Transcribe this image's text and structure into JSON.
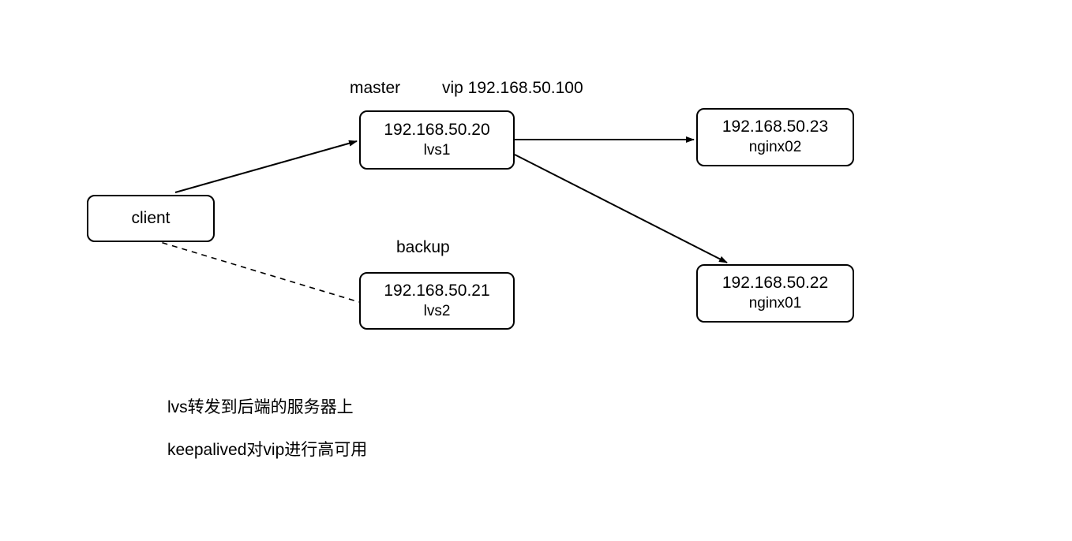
{
  "diagram": {
    "title_labels": {
      "master": "master",
      "vip": "vip 192.168.50.100",
      "backup": "backup"
    },
    "nodes": {
      "client": {
        "label": "client"
      },
      "lvs1": {
        "ip": "192.168.50.20",
        "hostname": "lvs1"
      },
      "lvs2": {
        "ip": "192.168.50.21",
        "hostname": "lvs2"
      },
      "nginx02": {
        "ip": "192.168.50.23",
        "hostname": "nginx02"
      },
      "nginx01": {
        "ip": "192.168.50.22",
        "hostname": "nginx01"
      }
    },
    "notes": [
      "lvs转发到后端的服务器上",
      "keepalived对vip进行高可用"
    ],
    "colors": {
      "stroke": "#000000",
      "background": "#ffffff",
      "text": "#000000"
    }
  }
}
